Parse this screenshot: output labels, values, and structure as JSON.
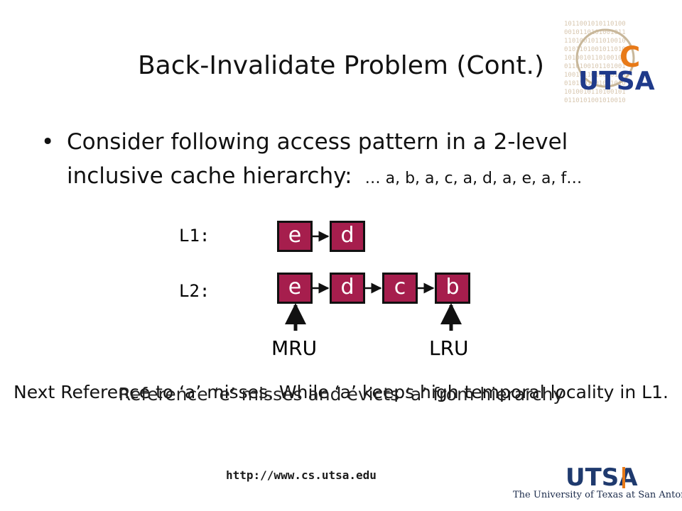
{
  "title": "Back-Invalidate Problem (Cont.)",
  "bullet": {
    "marker": "•",
    "text": "Consider following access pattern in a 2-level inclusive cache hierarchy:",
    "sequence": "… a, b, a, c, a, d, a, e, a, f…"
  },
  "cache": {
    "l1_label": "L1:",
    "l2_label": "L2:",
    "l1_blocks": [
      "e",
      "d"
    ],
    "l2_blocks": [
      "e",
      "d",
      "c",
      "b"
    ],
    "block_color": "#a61e4d"
  },
  "markers": {
    "mru": "MRU",
    "lru": "LRU"
  },
  "overlay_text_1": "Next Reference to ‘a’ misses. While ‘a’ keeps high temporal locality in L1.",
  "overlay_text_2": "Reference ‘e’ misses and evicts ‘a’ from hierarchy",
  "footer": {
    "url": "http://www.cs.utsa.edu",
    "university": "The University of Texas at San Antonio",
    "logo_text": "UTSA",
    "logo_letter": "C"
  }
}
